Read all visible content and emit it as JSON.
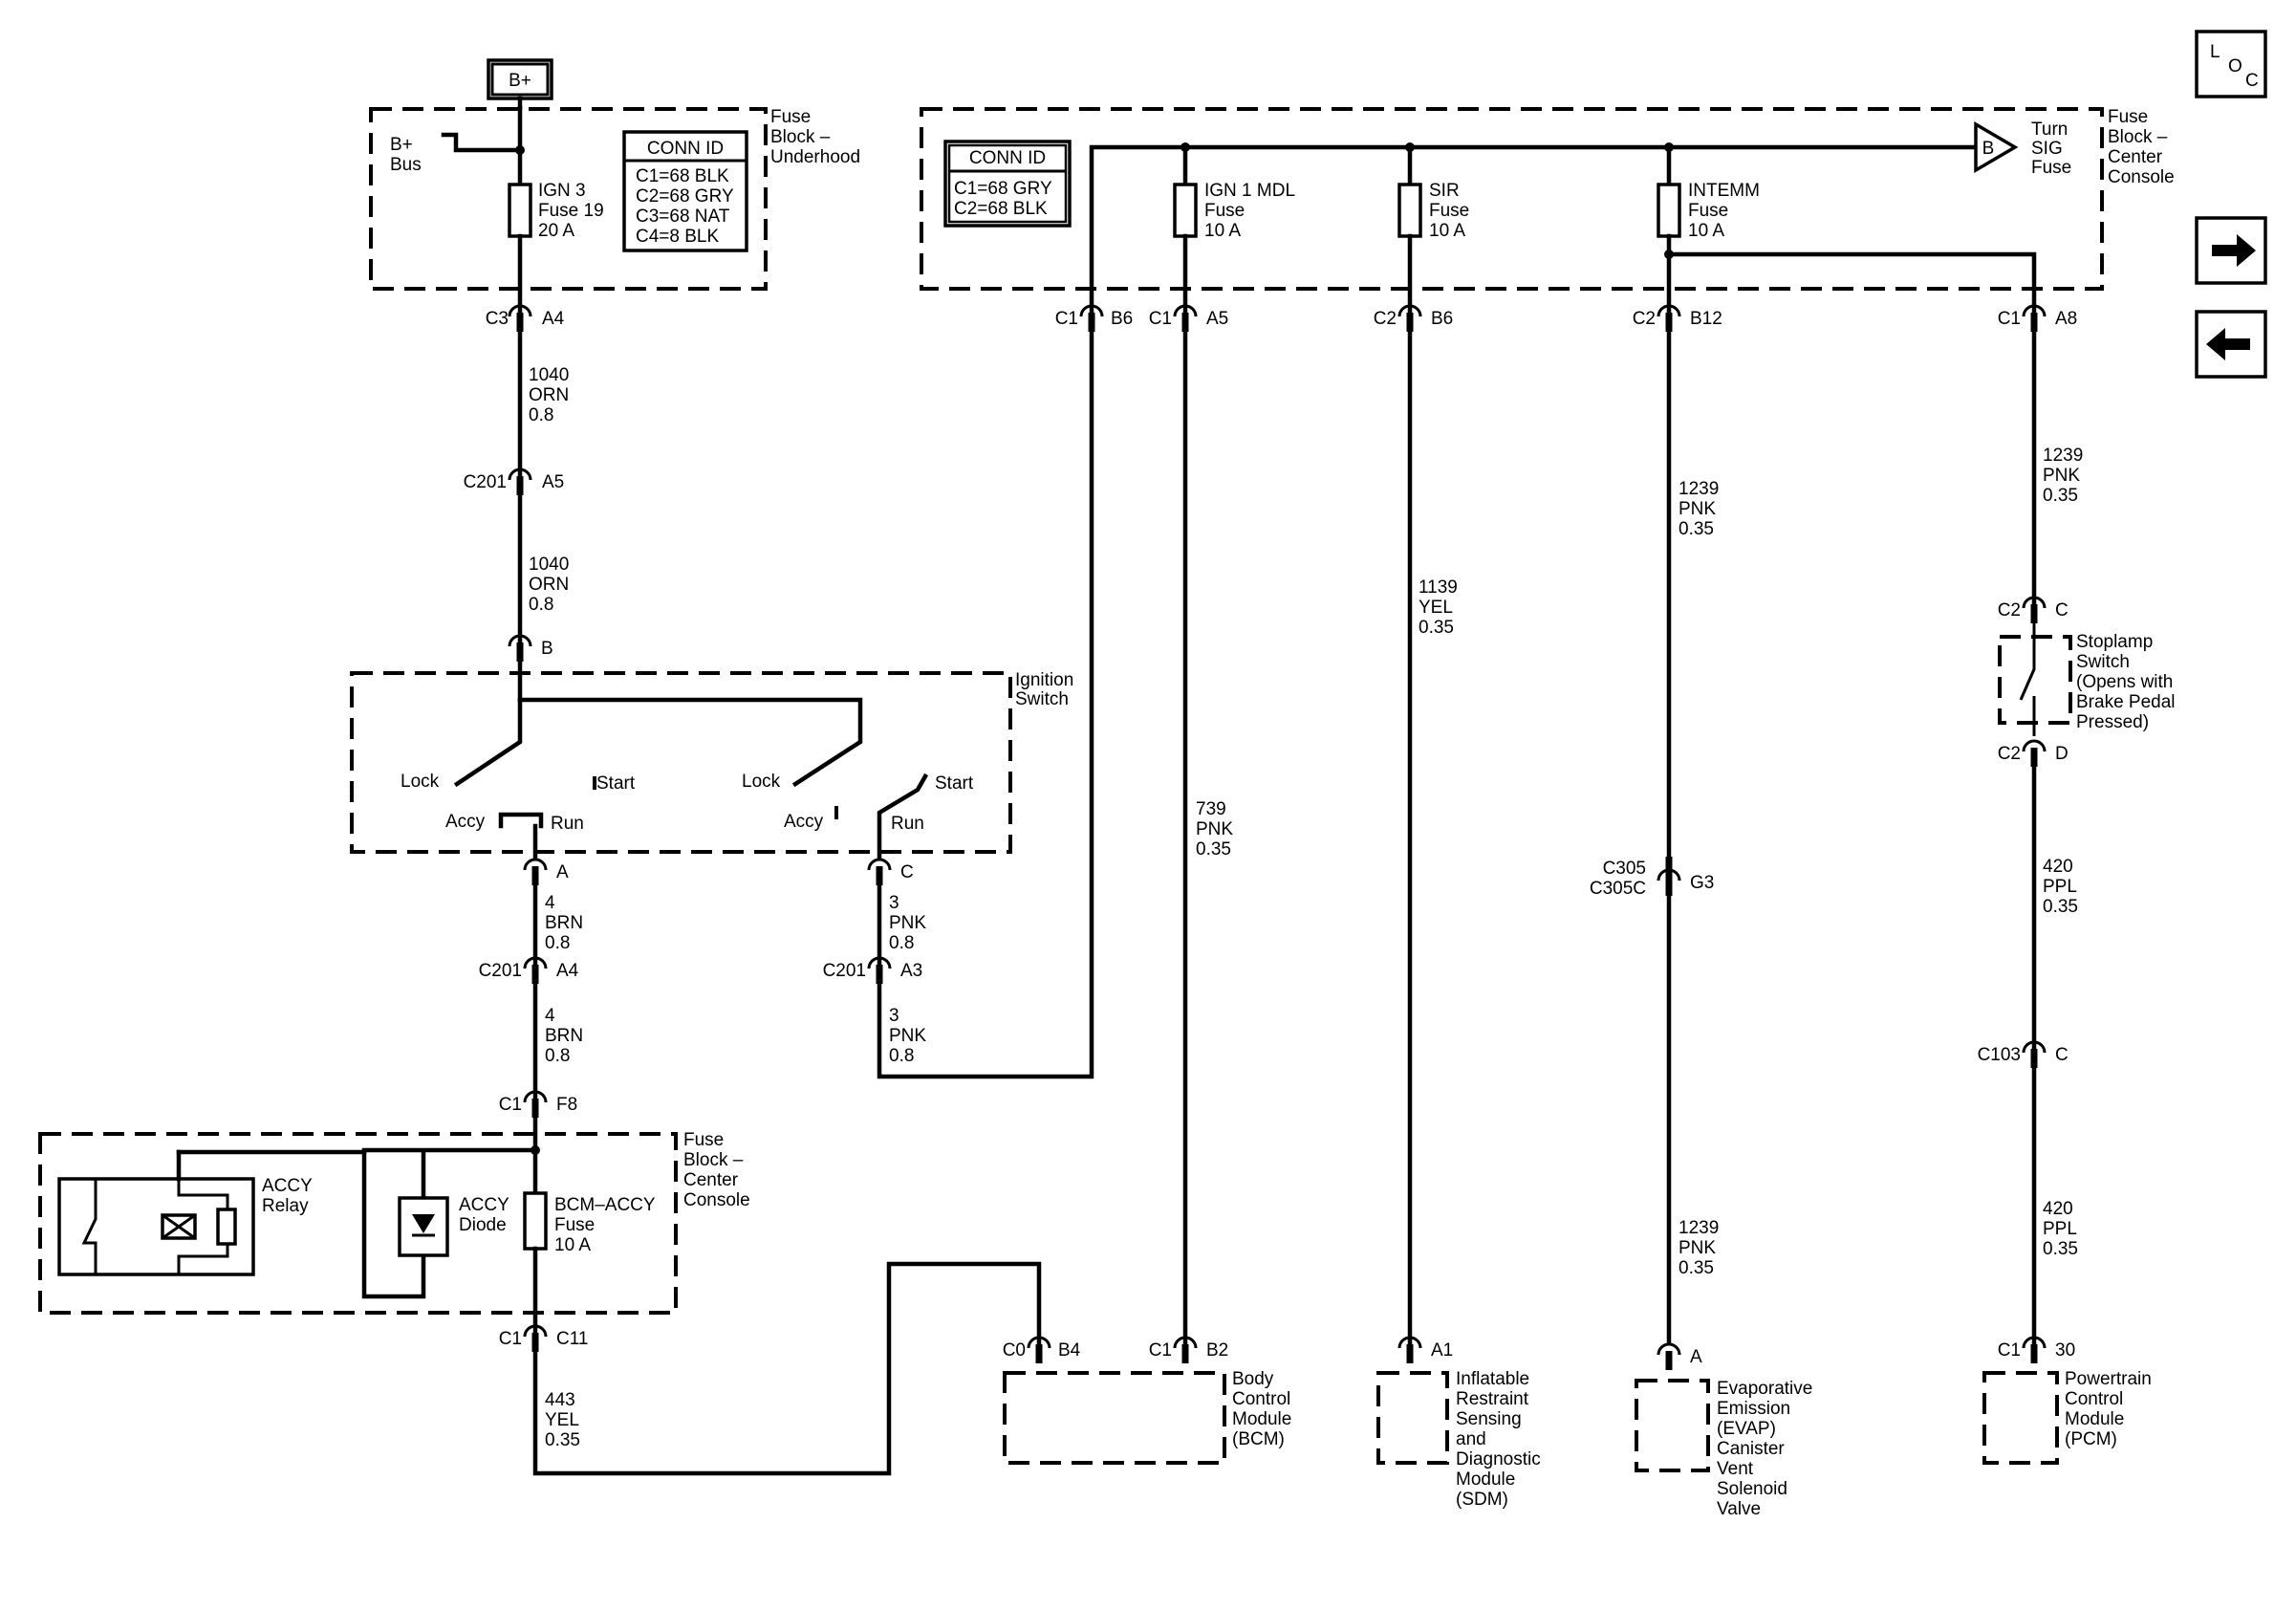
{
  "loc_button": "LOC",
  "nav": {
    "next_icon": "arrow-right-icon",
    "prev_icon": "arrow-left-icon"
  },
  "bplus": {
    "label": "B+"
  },
  "fuse_block_underhood": {
    "title": [
      "Fuse",
      "Block –",
      "Underhood"
    ],
    "bus": [
      "B+",
      "Bus"
    ],
    "fuse": [
      "IGN 3",
      "Fuse 19",
      "20 A"
    ],
    "conn_id": {
      "title": "CONN ID",
      "lines": [
        "C1=68 BLK",
        "C2=68 GRY",
        "C3=68 NAT",
        "C4=8 BLK"
      ]
    }
  },
  "fuse_block_console_top": {
    "title": [
      "Fuse",
      "Block –",
      "Center",
      "Console"
    ],
    "conn_id": {
      "title": "CONN ID",
      "lines": [
        "C1=68 GRY",
        "C2=68 BLK"
      ]
    },
    "fuses": [
      [
        "IGN 1 MDL",
        "Fuse",
        "10 A"
      ],
      [
        "SIR",
        "Fuse",
        "10 A"
      ],
      [
        "INTEMM",
        "Fuse",
        "10 A"
      ]
    ],
    "turn_sig": {
      "symbol": "B",
      "label": [
        "Turn",
        "SIG",
        "Fuse"
      ]
    }
  },
  "connectors": {
    "c3_a4": [
      "C3",
      "A4"
    ],
    "c201_a5": [
      "C201",
      "A5"
    ],
    "b": "B",
    "c1_b6": [
      "C1",
      "B6"
    ],
    "c1_a5": [
      "C1",
      "A5"
    ],
    "c2_b6": [
      "C2",
      "B6"
    ],
    "c2_b12": [
      "C2",
      "B12"
    ],
    "c1_a8": [
      "C1",
      "A8"
    ],
    "a": "A",
    "c": "C",
    "c201_a4": [
      "C201",
      "A4"
    ],
    "c201_a3": [
      "C201",
      "A3"
    ],
    "c1_f8": [
      "C1",
      "F8"
    ],
    "c1_c11": [
      "C1",
      "C11"
    ],
    "c305": [
      "C305",
      "C305C",
      "G3"
    ],
    "c2_c": [
      "C2",
      "C"
    ],
    "c2_d": [
      "C2",
      "D"
    ],
    "c103_c": [
      "C103",
      "C"
    ],
    "c0_b4": [
      "C0",
      "B4"
    ],
    "c1_b2": [
      "C1",
      "B2"
    ],
    "a1": "A1",
    "a_evap": "A",
    "c1_30": [
      "C1",
      "30"
    ]
  },
  "wires": {
    "w1040_a": [
      "1040",
      "ORN",
      "0.8"
    ],
    "w1040_b": [
      "1040",
      "ORN",
      "0.8"
    ],
    "w4_a": [
      "4",
      "BRN",
      "0.8"
    ],
    "w4_b": [
      "4",
      "BRN",
      "0.8"
    ],
    "w3_a": [
      "3",
      "PNK",
      "0.8"
    ],
    "w3_b": [
      "3",
      "PNK",
      "0.8"
    ],
    "w443": [
      "443",
      "YEL",
      "0.35"
    ],
    "w739": [
      "739",
      "PNK",
      "0.35"
    ],
    "w1139": [
      "1139",
      "YEL",
      "0.35"
    ],
    "w1239_a": [
      "1239",
      "PNK",
      "0.35"
    ],
    "w1239_b": [
      "1239",
      "PNK",
      "0.35"
    ],
    "w1239_c": [
      "1239",
      "PNK",
      "0.35"
    ],
    "w420_a": [
      "420",
      "PPL",
      "0.35"
    ],
    "w420_b": [
      "420",
      "PPL",
      "0.35"
    ]
  },
  "ignition_switch": {
    "title": [
      "Ignition",
      "Switch"
    ],
    "positions": {
      "lock": "Lock",
      "start": "Start",
      "accy": "Accy",
      "run": "Run"
    }
  },
  "fuse_block_console_bottom": {
    "title": [
      "Fuse",
      "Block –",
      "Center",
      "Console"
    ],
    "relay": [
      "ACCY",
      "Relay"
    ],
    "diode": [
      "ACCY",
      "Diode"
    ],
    "fuse": [
      "BCM–ACCY",
      "Fuse",
      "10 A"
    ]
  },
  "stoplamp_switch": {
    "label": [
      "Stoplamp",
      "Switch",
      "(Opens with",
      "Brake Pedal",
      "Pressed)"
    ]
  },
  "modules": {
    "bcm": [
      "Body",
      "Control",
      "Module",
      "(BCM)"
    ],
    "sdm": [
      "Inflatable",
      "Restraint",
      "Sensing",
      "and",
      "Diagnostic",
      "Module",
      "(SDM)"
    ],
    "evap": [
      "Evaporative",
      "Emission",
      "(EVAP)",
      "Canister",
      "Vent",
      "Solenoid",
      "Valve"
    ],
    "pcm": [
      "Powertrain",
      "Control",
      "Module",
      "(PCM)"
    ]
  }
}
